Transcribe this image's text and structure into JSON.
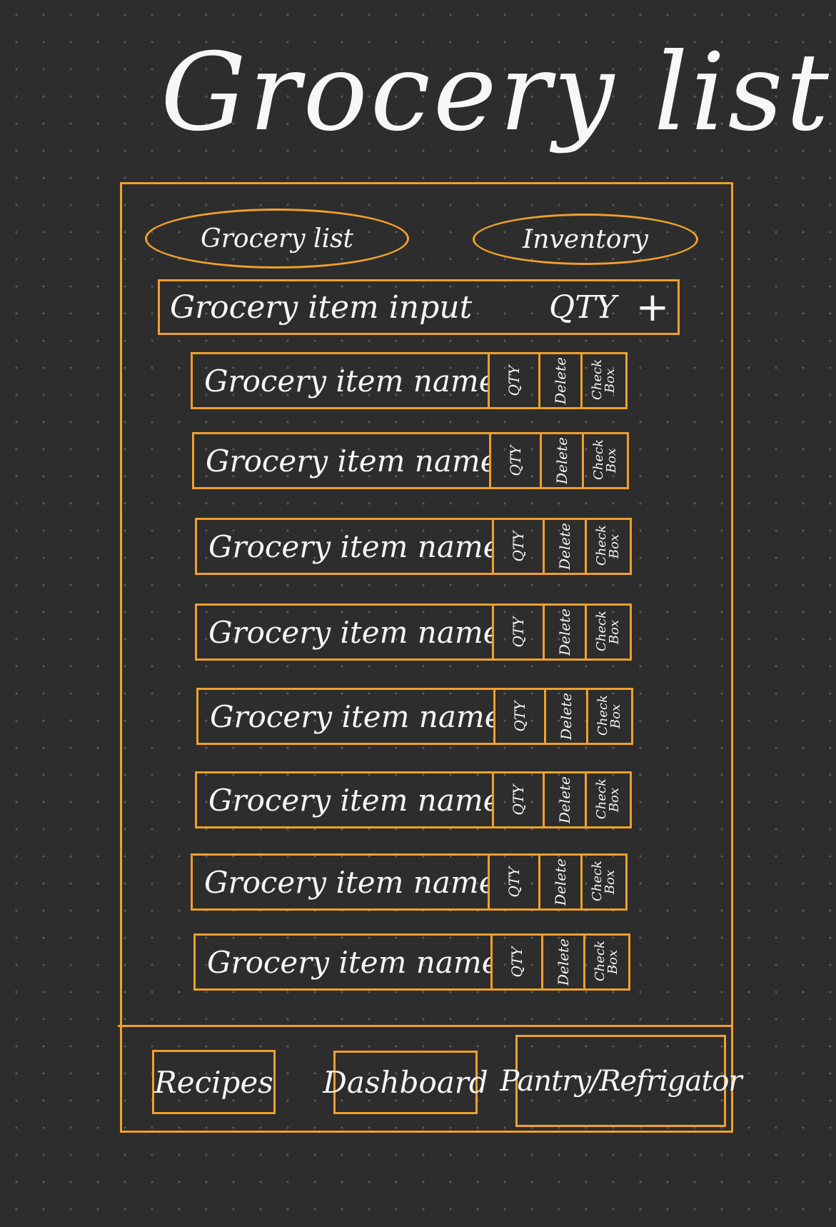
{
  "header": {
    "title": "Grocery list"
  },
  "tabs": [
    {
      "label": "Grocery list"
    },
    {
      "label": "Inventory"
    }
  ],
  "input_bar": {
    "placeholder": "Grocery item input",
    "qty_label": "QTY",
    "add_label": "+"
  },
  "items": [
    {
      "name": "Grocery item name",
      "qty": "QTY",
      "delete": "Delete",
      "check": "Check Box"
    },
    {
      "name": "Grocery item name",
      "qty": "QTY",
      "delete": "Delete",
      "check": "Check Box"
    },
    {
      "name": "Grocery item name",
      "qty": "QTY",
      "delete": "Delete",
      "check": "Check Box"
    },
    {
      "name": "Grocery item name",
      "qty": "QTY",
      "delete": "Delete",
      "check": "Check Box"
    },
    {
      "name": "Grocery item name",
      "qty": "QTY",
      "delete": "Delete",
      "check": "Check Box"
    },
    {
      "name": "Grocery item name",
      "qty": "QTY",
      "delete": "Delete",
      "check": "Check Box"
    },
    {
      "name": "Grocery item name",
      "qty": "QTY",
      "delete": "Delete",
      "check": "Check Box"
    },
    {
      "name": "Grocery item name",
      "qty": "QTY",
      "delete": "Delete",
      "check": "Check Box"
    }
  ],
  "nav": {
    "recipes": "Recipes",
    "dashboard": "Dashboard",
    "pantry": "Pantry/Refrigator"
  },
  "colors": {
    "background": "#2d2d2d",
    "accent": "#f0a02c",
    "text": "#f5f5f5"
  }
}
